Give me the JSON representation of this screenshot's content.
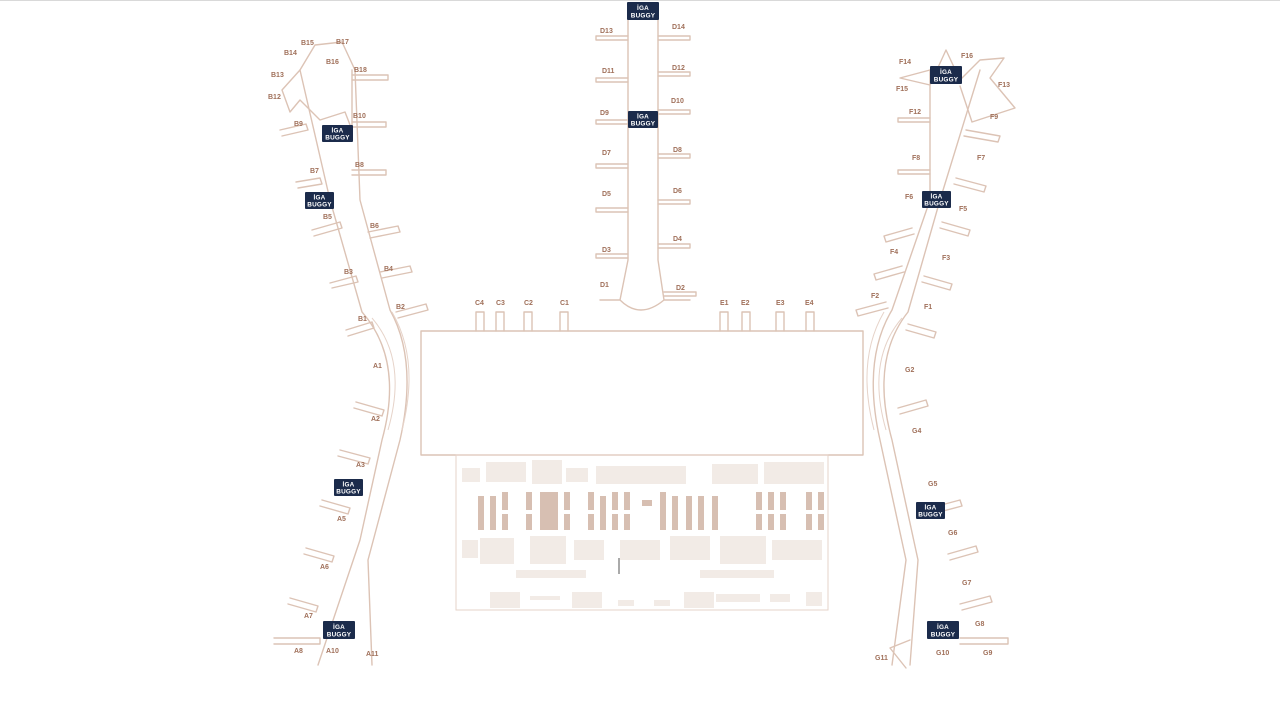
{
  "map": {
    "buggy_label_line1": "İGA",
    "buggy_label_line2": "BUGGY",
    "colors": {
      "background": "#ffffff",
      "outline": "#dcc3b5",
      "gate_label": "#a0705a",
      "buggy_badge": "#1b2b4b",
      "building_fill": "#f2ebe6",
      "building_dark": "#d7bfb2"
    },
    "gates": [
      {
        "id": "g-B17",
        "label": "B17"
      },
      {
        "id": "g-B15",
        "label": "B15"
      },
      {
        "id": "g-B14",
        "label": "B14"
      },
      {
        "id": "g-B16",
        "label": "B16"
      },
      {
        "id": "g-B18",
        "label": "B18"
      },
      {
        "id": "g-B13",
        "label": "B13"
      },
      {
        "id": "g-B12",
        "label": "B12"
      },
      {
        "id": "g-B10",
        "label": "B10"
      },
      {
        "id": "g-B9",
        "label": "B9"
      },
      {
        "id": "g-B8",
        "label": "B8"
      },
      {
        "id": "g-B7",
        "label": "B7"
      },
      {
        "id": "g-B5",
        "label": "B5"
      },
      {
        "id": "g-B6",
        "label": "B6"
      },
      {
        "id": "g-B4",
        "label": "B4"
      },
      {
        "id": "g-B3",
        "label": "B3"
      },
      {
        "id": "g-B2",
        "label": "B2"
      },
      {
        "id": "g-B1",
        "label": "B1"
      },
      {
        "id": "g-A1",
        "label": "A1"
      },
      {
        "id": "g-A2",
        "label": "A2"
      },
      {
        "id": "g-A3",
        "label": "A3"
      },
      {
        "id": "g-A5",
        "label": "A5"
      },
      {
        "id": "g-A6",
        "label": "A6"
      },
      {
        "id": "g-A7",
        "label": "A7"
      },
      {
        "id": "g-A8",
        "label": "A8"
      },
      {
        "id": "g-A10",
        "label": "A10"
      },
      {
        "id": "g-A11",
        "label": "A11"
      },
      {
        "id": "g-D13",
        "label": "D13"
      },
      {
        "id": "g-D14",
        "label": "D14"
      },
      {
        "id": "g-D11",
        "label": "D11"
      },
      {
        "id": "g-D12",
        "label": "D12"
      },
      {
        "id": "g-D9",
        "label": "D9"
      },
      {
        "id": "g-D10",
        "label": "D10"
      },
      {
        "id": "g-D7",
        "label": "D7"
      },
      {
        "id": "g-D8",
        "label": "D8"
      },
      {
        "id": "g-D5",
        "label": "D5"
      },
      {
        "id": "g-D6",
        "label": "D6"
      },
      {
        "id": "g-D3",
        "label": "D3"
      },
      {
        "id": "g-D4",
        "label": "D4"
      },
      {
        "id": "g-D1",
        "label": "D1"
      },
      {
        "id": "g-D2",
        "label": "D2"
      },
      {
        "id": "g-C4",
        "label": "C4"
      },
      {
        "id": "g-C3",
        "label": "C3"
      },
      {
        "id": "g-C2",
        "label": "C2"
      },
      {
        "id": "g-C1",
        "label": "C1"
      },
      {
        "id": "g-E1",
        "label": "E1"
      },
      {
        "id": "g-E2",
        "label": "E2"
      },
      {
        "id": "g-E3",
        "label": "E3"
      },
      {
        "id": "g-E4",
        "label": "E4"
      },
      {
        "id": "g-F14",
        "label": "F14"
      },
      {
        "id": "g-F16",
        "label": "F16"
      },
      {
        "id": "g-F15",
        "label": "F15"
      },
      {
        "id": "g-F13",
        "label": "F13"
      },
      {
        "id": "g-F12",
        "label": "F12"
      },
      {
        "id": "g-F9",
        "label": "F9"
      },
      {
        "id": "g-F8",
        "label": "F8"
      },
      {
        "id": "g-F7",
        "label": "F7"
      },
      {
        "id": "g-F6",
        "label": "F6"
      },
      {
        "id": "g-F5",
        "label": "F5"
      },
      {
        "id": "g-F4",
        "label": "F4"
      },
      {
        "id": "g-F3",
        "label": "F3"
      },
      {
        "id": "g-F2",
        "label": "F2"
      },
      {
        "id": "g-F1",
        "label": "F1"
      },
      {
        "id": "g-G2",
        "label": "G2"
      },
      {
        "id": "g-G4",
        "label": "G4"
      },
      {
        "id": "g-G5",
        "label": "G5"
      },
      {
        "id": "g-G6",
        "label": "G6"
      },
      {
        "id": "g-G7",
        "label": "G7"
      },
      {
        "id": "g-G8",
        "label": "G8"
      },
      {
        "id": "g-G11",
        "label": "G11"
      },
      {
        "id": "g-G10",
        "label": "G10"
      },
      {
        "id": "g-G9",
        "label": "G9"
      }
    ],
    "buggy_stops": [
      {
        "id": "buggy-d-top"
      },
      {
        "id": "buggy-d-mid"
      },
      {
        "id": "buggy-b-upper"
      },
      {
        "id": "buggy-b-lower"
      },
      {
        "id": "buggy-a-upper"
      },
      {
        "id": "buggy-a-lower"
      },
      {
        "id": "buggy-f-top"
      },
      {
        "id": "buggy-f-mid"
      },
      {
        "id": "buggy-g-upper"
      },
      {
        "id": "buggy-g-lower"
      }
    ]
  }
}
